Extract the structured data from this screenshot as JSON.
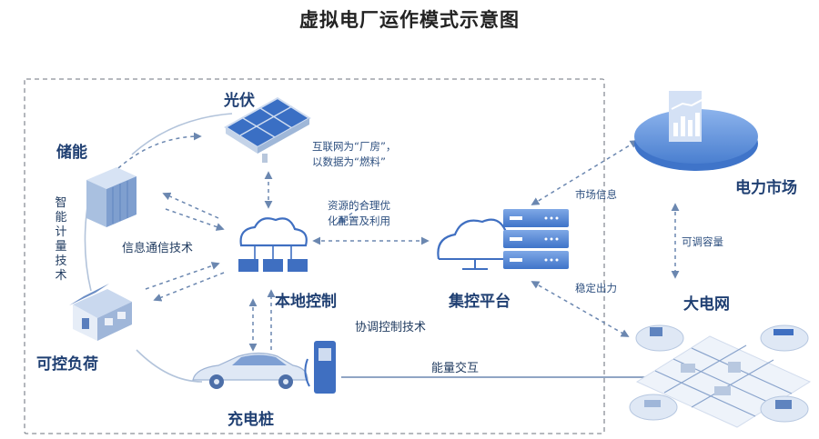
{
  "title": "虚拟电厂运作模式示意图",
  "nodes": {
    "pv": "光伏",
    "storage": "储能",
    "controllable_load": "可控负荷",
    "charging_pile": "充电桩",
    "local_control": "本地控制",
    "aggregation_platform": "集控平台",
    "power_market": "电力市场",
    "grid": "大电网"
  },
  "annotations": {
    "internet_line1": "互联网为“厂房”，",
    "internet_line2": "以数据为“燃料”",
    "resource_line1": "资源的合理优",
    "resource_line2": "化配置及利用",
    "info_comm": "信息通信技术",
    "smart_metering": "智能计量技术",
    "coordination": "协调控制技术",
    "energy_exchange": "能量交互",
    "market_info": "市场信息",
    "adjustable_capacity": "可调容量",
    "stable_output": "稳定出力"
  },
  "colors": {
    "primary": "#2f6fd6",
    "dark_blue": "#1f3f72",
    "light_blue": "#a9c6ee",
    "dashed_border": "#8a8f98"
  }
}
